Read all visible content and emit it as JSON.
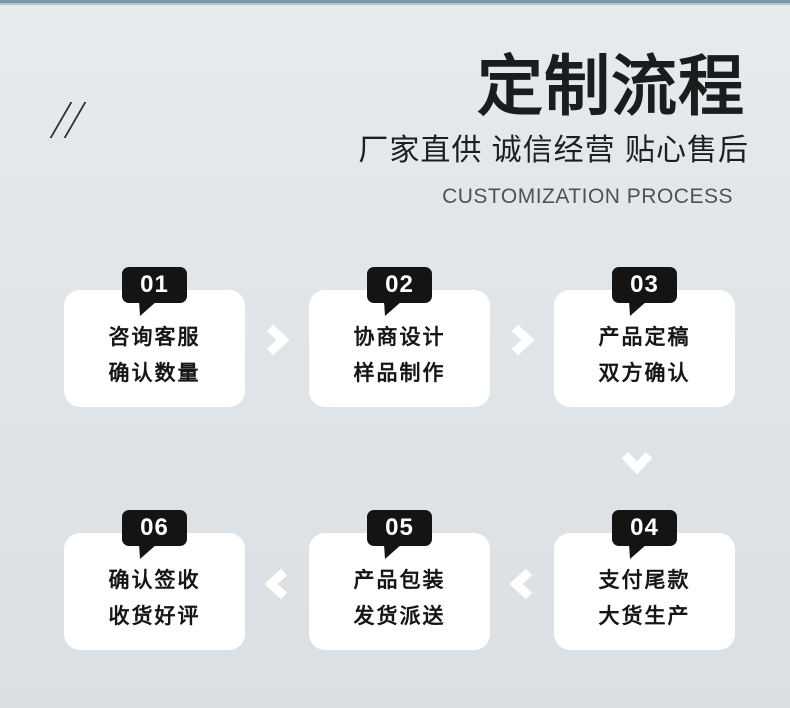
{
  "decoration": {
    "slashes": "//"
  },
  "header": {
    "title": "定制流程",
    "subtitle": "厂家直供 诚信经营 贴心售后",
    "caption_en": "CUSTOMIZATION PROCESS"
  },
  "steps": [
    {
      "number": "01",
      "line1": "咨询客服",
      "line2": "确认数量"
    },
    {
      "number": "02",
      "line1": "协商设计",
      "line2": "样品制作"
    },
    {
      "number": "03",
      "line1": "产品定稿",
      "line2": "双方确认"
    },
    {
      "number": "04",
      "line1": "支付尾款",
      "line2": "大货生产"
    },
    {
      "number": "05",
      "line1": "产品包装",
      "line2": "发货派送"
    },
    {
      "number": "06",
      "line1": "确认签收",
      "line2": "收货好评"
    }
  ],
  "flow": {
    "row1_order": [
      "01",
      "02",
      "03"
    ],
    "row2_order": [
      "06",
      "05",
      "04"
    ],
    "arrow_directions": [
      "right",
      "right",
      "down",
      "left",
      "left"
    ]
  },
  "colors": {
    "background": "#dfe5e8",
    "top_bar": "#7b95a2",
    "card_background": "#ffffff",
    "badge_background": "#141414",
    "badge_text": "#ffffff",
    "text_primary": "#161616",
    "caption_gray": "#4c5257",
    "arrow_white": "#ffffff"
  }
}
